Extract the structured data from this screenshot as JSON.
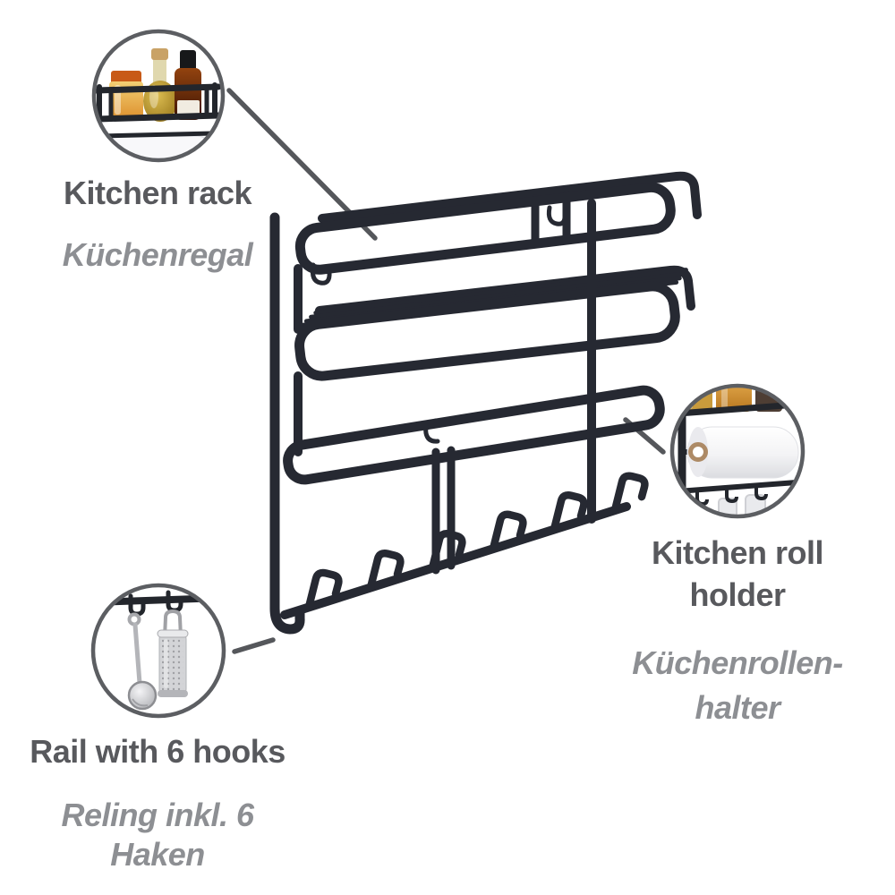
{
  "image": {
    "description": "Product infographic of a black wall-mounted kitchen rack with three circular photo callouts",
    "background": "#ffffff"
  },
  "colors": {
    "rack": "#262932",
    "circle_ring": "#5c5e62",
    "connector": "#55575b",
    "title_text": "#58595d",
    "subtitle_text": "#8d8f93"
  },
  "callouts": {
    "kitchen_rack": {
      "title": "Kitchen rack",
      "subtitle": "Küchenregal"
    },
    "kitchen_roll_holder": {
      "title_line1": "Kitchen roll",
      "title_line2": "holder",
      "subtitle_line1": "Küchenrollen-",
      "subtitle_line2": "halter"
    },
    "rail_with_6_hooks": {
      "title": "Rail with 6 hooks",
      "subtitle_line1": "Reling inkl. 6",
      "subtitle_line2": "Haken"
    }
  }
}
